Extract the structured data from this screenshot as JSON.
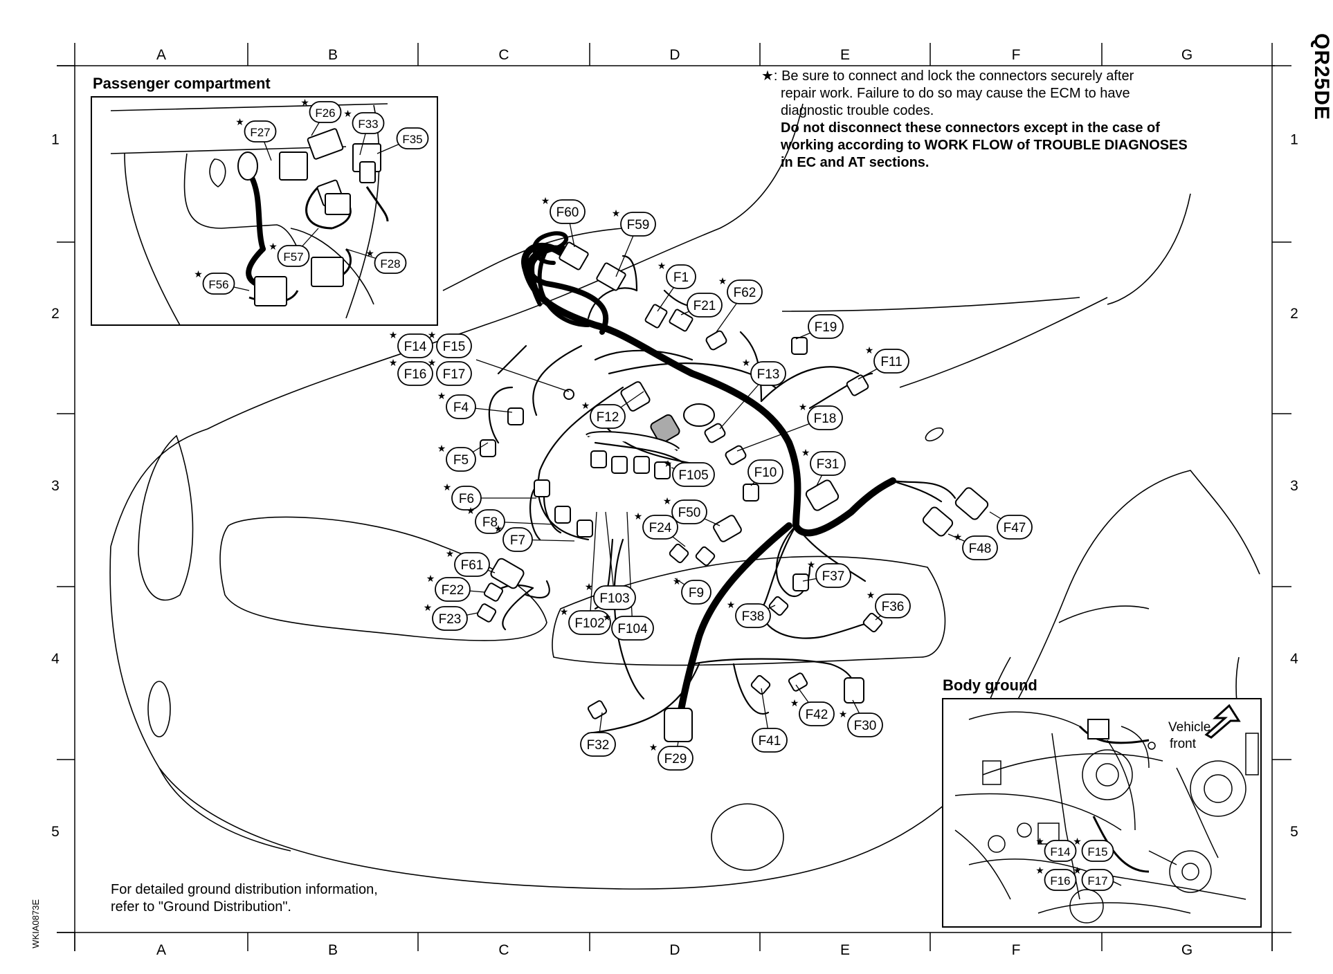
{
  "engine_code": "QR25DE",
  "figure_code": "WKIA0873E",
  "columns": [
    "A",
    "B",
    "C",
    "D",
    "E",
    "F",
    "G"
  ],
  "rows": [
    "1",
    "2",
    "3",
    "4",
    "5"
  ],
  "note": {
    "symbol": "★:",
    "line1": "Be sure to connect and lock the connectors securely after",
    "line2": "repair work. Failure to do so may cause the ECM to have",
    "line3": "diagnostic trouble codes.",
    "bold1": "Do not disconnect these connectors except in the case of",
    "bold2": "working according to WORK FLOW of TROUBLE DIAGNOSES",
    "bold3": "in EC and AT sections."
  },
  "ground_note": {
    "line1": "For detailed ground distribution information,",
    "line2": "refer to \"Ground Distribution\"."
  },
  "passenger_inset": {
    "title": "Passenger compartment",
    "connectors": [
      {
        "label": "F26",
        "star": true
      },
      {
        "label": "F33",
        "star": true
      },
      {
        "label": "F27",
        "star": true
      },
      {
        "label": "F35",
        "star": false
      },
      {
        "label": "F57",
        "star": true
      },
      {
        "label": "F28",
        "star": true
      },
      {
        "label": "F56",
        "star": true
      }
    ]
  },
  "body_ground_inset": {
    "title": "Body ground",
    "vehicle_front_line1": "Vehicle",
    "vehicle_front_line2": "front",
    "connectors": [
      {
        "label": "F14",
        "star": true
      },
      {
        "label": "F15",
        "star": true
      },
      {
        "label": "F16",
        "star": true
      },
      {
        "label": "F17",
        "star": true
      }
    ]
  },
  "connectors": [
    {
      "label": "F60",
      "star": true
    },
    {
      "label": "F59",
      "star": true
    },
    {
      "label": "F1",
      "star": true
    },
    {
      "label": "F62",
      "star": true
    },
    {
      "label": "F21",
      "star": false
    },
    {
      "label": "F19",
      "star": false
    },
    {
      "label": "F14",
      "star": true
    },
    {
      "label": "F15",
      "star": true
    },
    {
      "label": "F16",
      "star": true
    },
    {
      "label": "F17",
      "star": true
    },
    {
      "label": "F11",
      "star": true
    },
    {
      "label": "F13",
      "star": true
    },
    {
      "label": "F4",
      "star": true
    },
    {
      "label": "F12",
      "star": true
    },
    {
      "label": "F18",
      "star": true
    },
    {
      "label": "F5",
      "star": true
    },
    {
      "label": "F31",
      "star": true
    },
    {
      "label": "F105",
      "star": true
    },
    {
      "label": "F10",
      "star": false
    },
    {
      "label": "F6",
      "star": true
    },
    {
      "label": "F50",
      "star": true
    },
    {
      "label": "F8",
      "star": true
    },
    {
      "label": "F24",
      "star": true
    },
    {
      "label": "F47",
      "star": false
    },
    {
      "label": "F7",
      "star": true
    },
    {
      "label": "F48",
      "star": true
    },
    {
      "label": "F61",
      "star": true
    },
    {
      "label": "F37",
      "star": true
    },
    {
      "label": "F22",
      "star": true
    },
    {
      "label": "F9",
      "star": true
    },
    {
      "label": "F103",
      "star": true
    },
    {
      "label": "F36",
      "star": true
    },
    {
      "label": "F23",
      "star": true
    },
    {
      "label": "F38",
      "star": true
    },
    {
      "label": "F102",
      "star": true
    },
    {
      "label": "F104",
      "star": true
    },
    {
      "label": "F42",
      "star": true
    },
    {
      "label": "F30",
      "star": true
    },
    {
      "label": "F32",
      "star": false
    },
    {
      "label": "F41",
      "star": false
    },
    {
      "label": "F29",
      "star": true
    }
  ]
}
